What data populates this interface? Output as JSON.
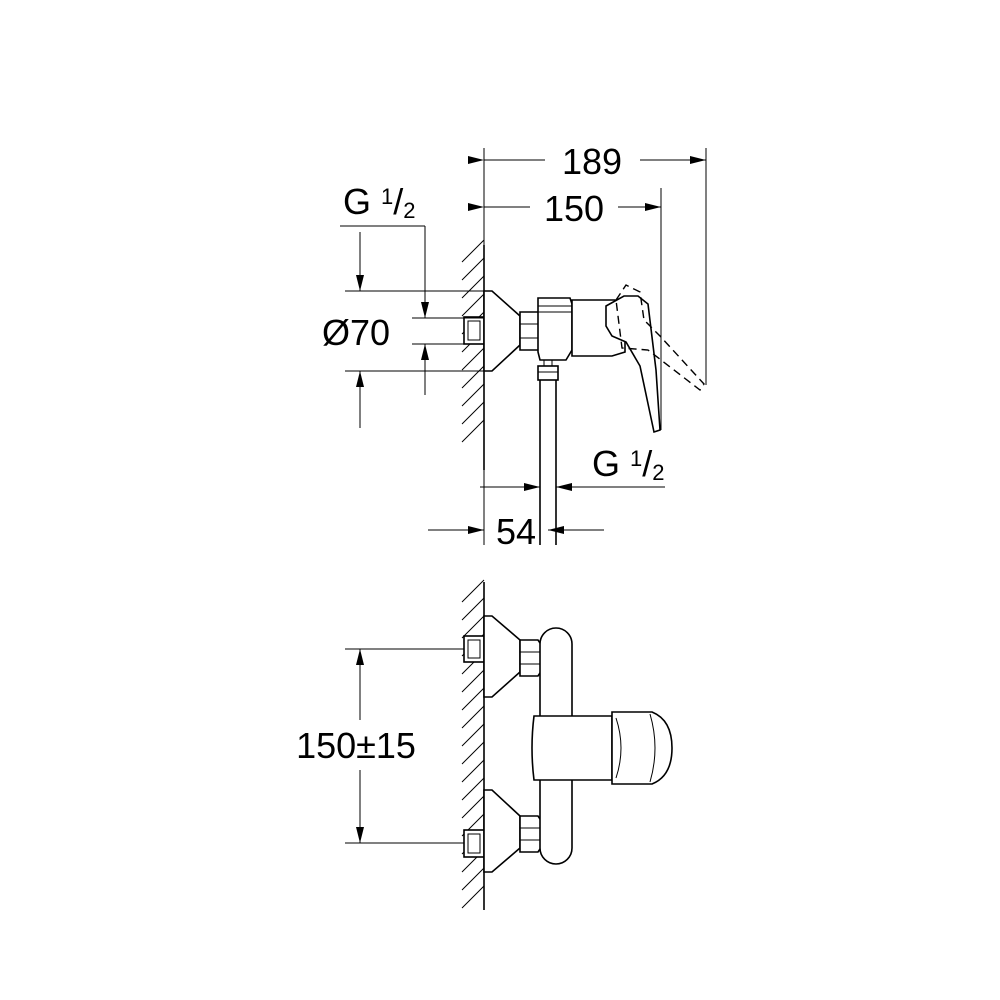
{
  "dimensions": {
    "total_depth": "189",
    "body_depth": "150",
    "inlet_thread": {
      "prefix": "G ",
      "numerator": "1",
      "slash": "/",
      "denominator": "2"
    },
    "rosette_diameter": "Ø70",
    "outlet_thread": {
      "prefix": "G ",
      "numerator": "1",
      "slash": "/",
      "denominator": "2"
    },
    "outlet_offset": "54",
    "inlet_spacing": "150±15"
  }
}
